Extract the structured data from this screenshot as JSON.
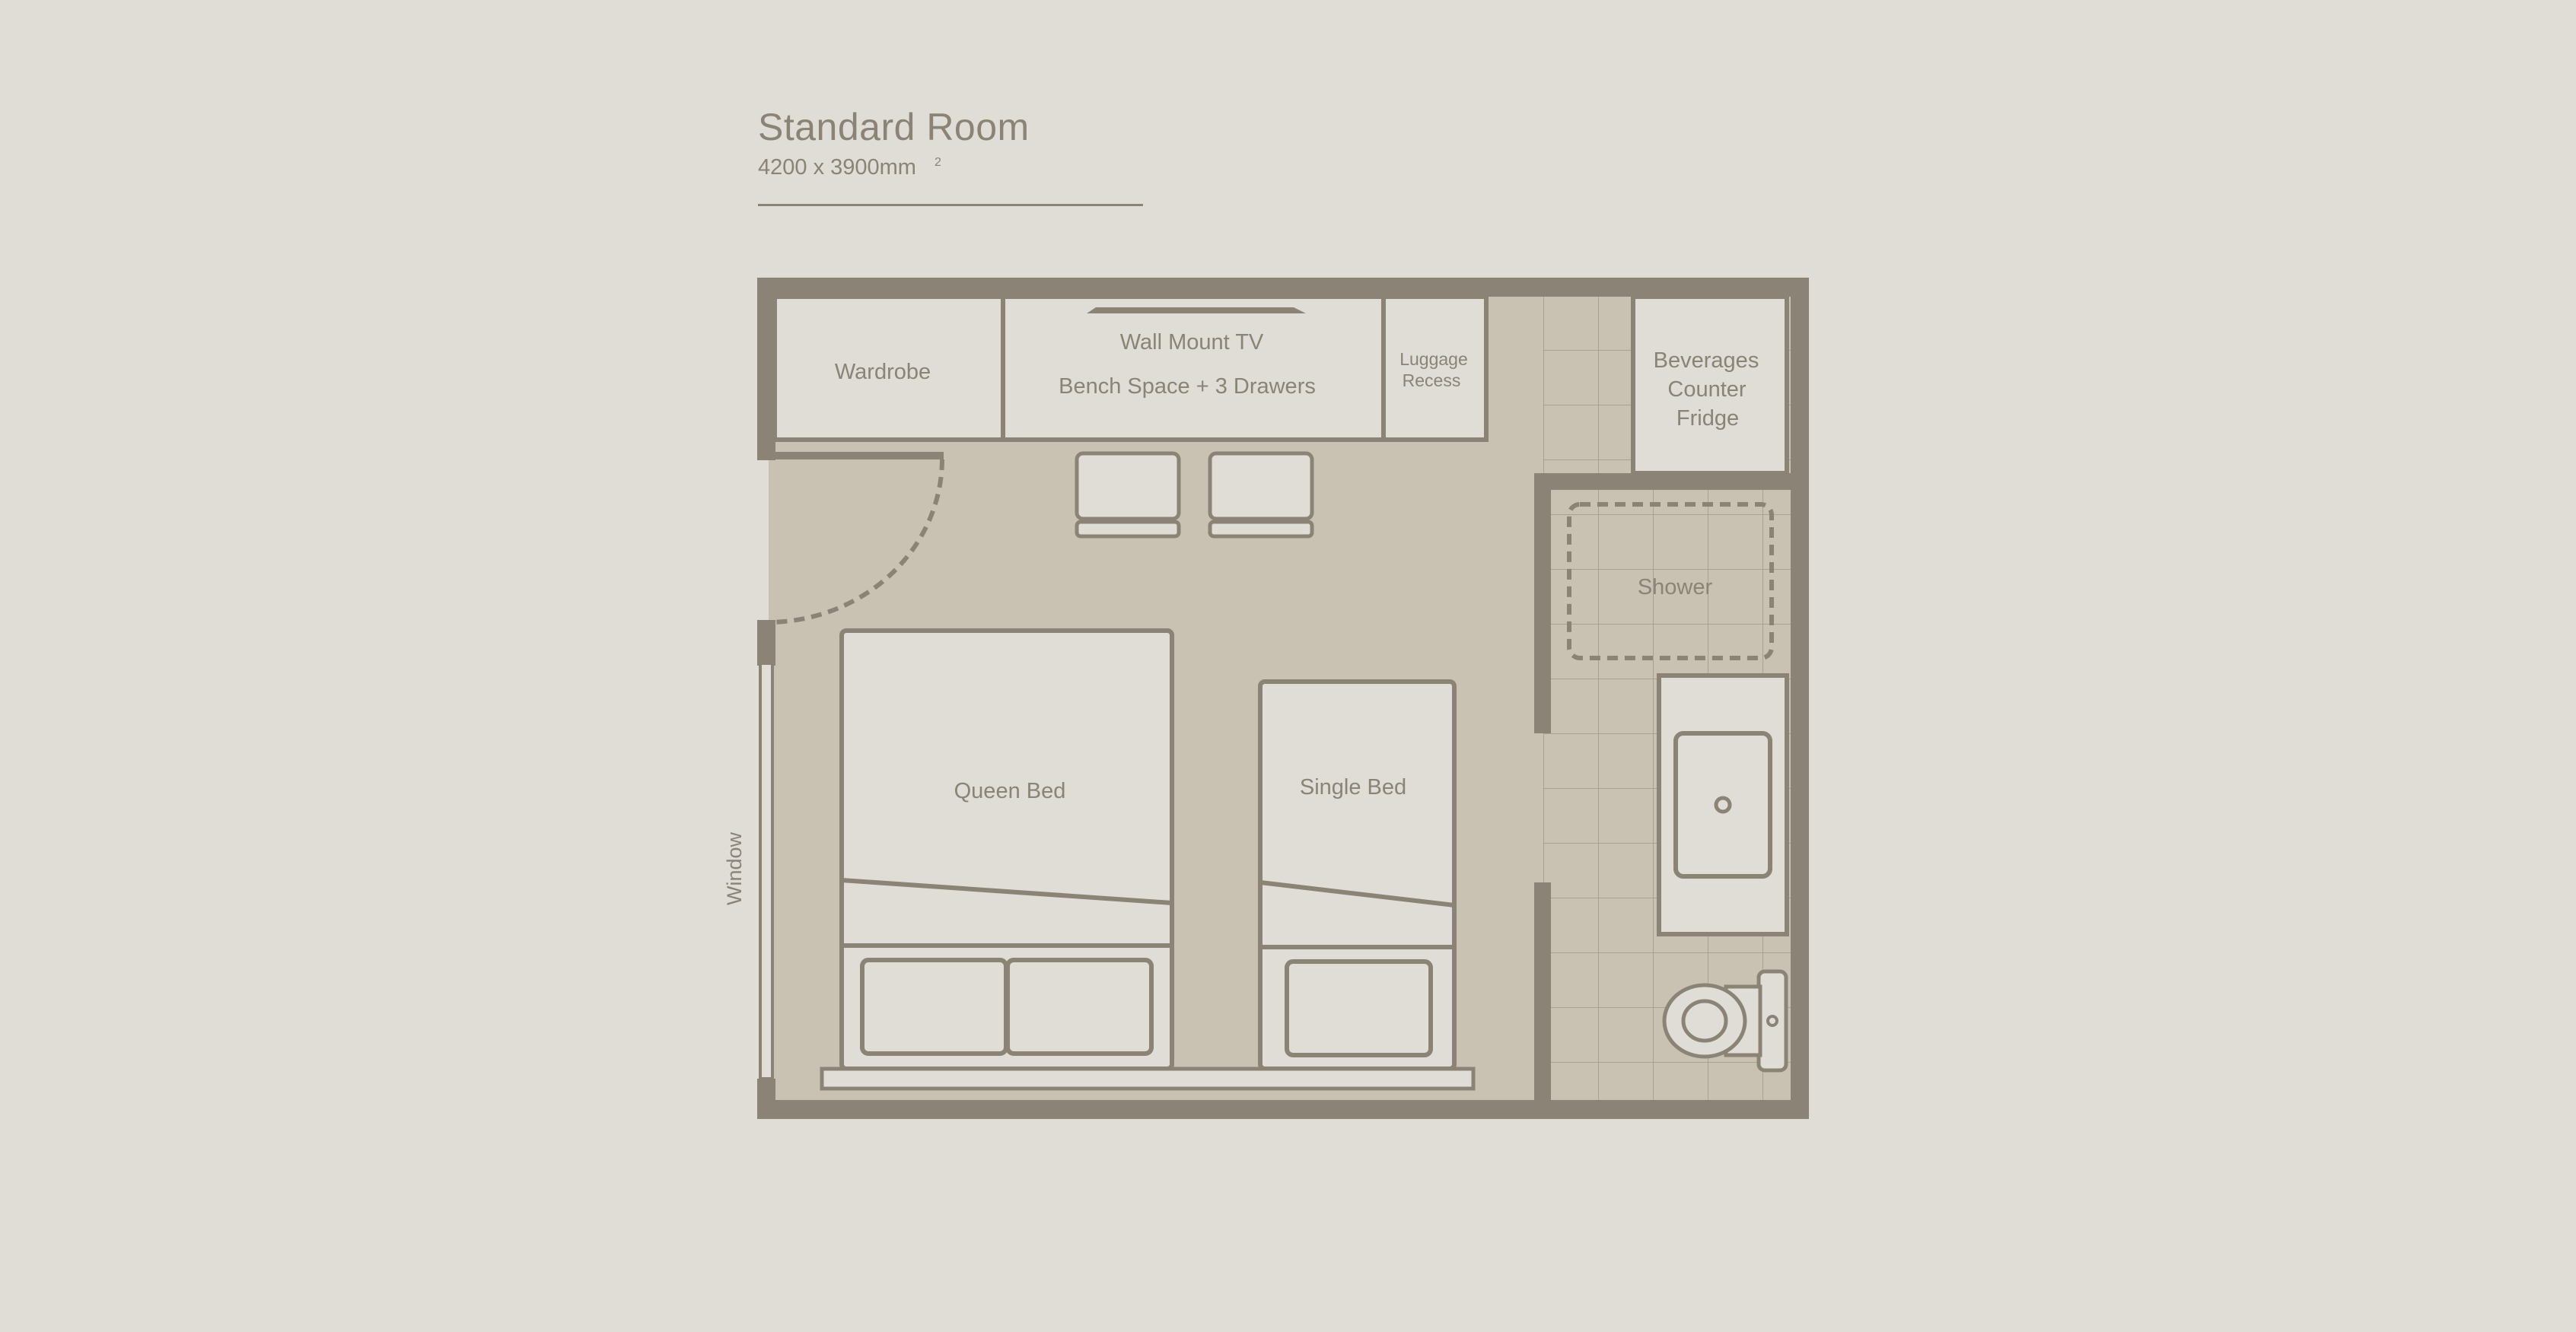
{
  "title": "Standard Room",
  "dimensions": "4200 x 3900mm",
  "superscript": "2",
  "labels": {
    "wardrobe": "Wardrobe",
    "wall_mount_tv": "Wall Mount TV",
    "bench_space": "Bench Space + 3 Drawers",
    "luggage_line1": "Luggage",
    "luggage_line2": "Recess",
    "beverages_line1": "Beverages",
    "beverages_line2": "Counter",
    "beverages_line3": "Fridge",
    "shower": "Shower",
    "queen_bed": "Queen Bed",
    "single_bed": "Single Bed",
    "window": "Window"
  },
  "colors": {
    "background": "#dfddd6",
    "floor": "#c9c2b3",
    "wall": "#8a8376",
    "furniture_fill": "#dfddd6",
    "tile_line": "#a8a090"
  }
}
